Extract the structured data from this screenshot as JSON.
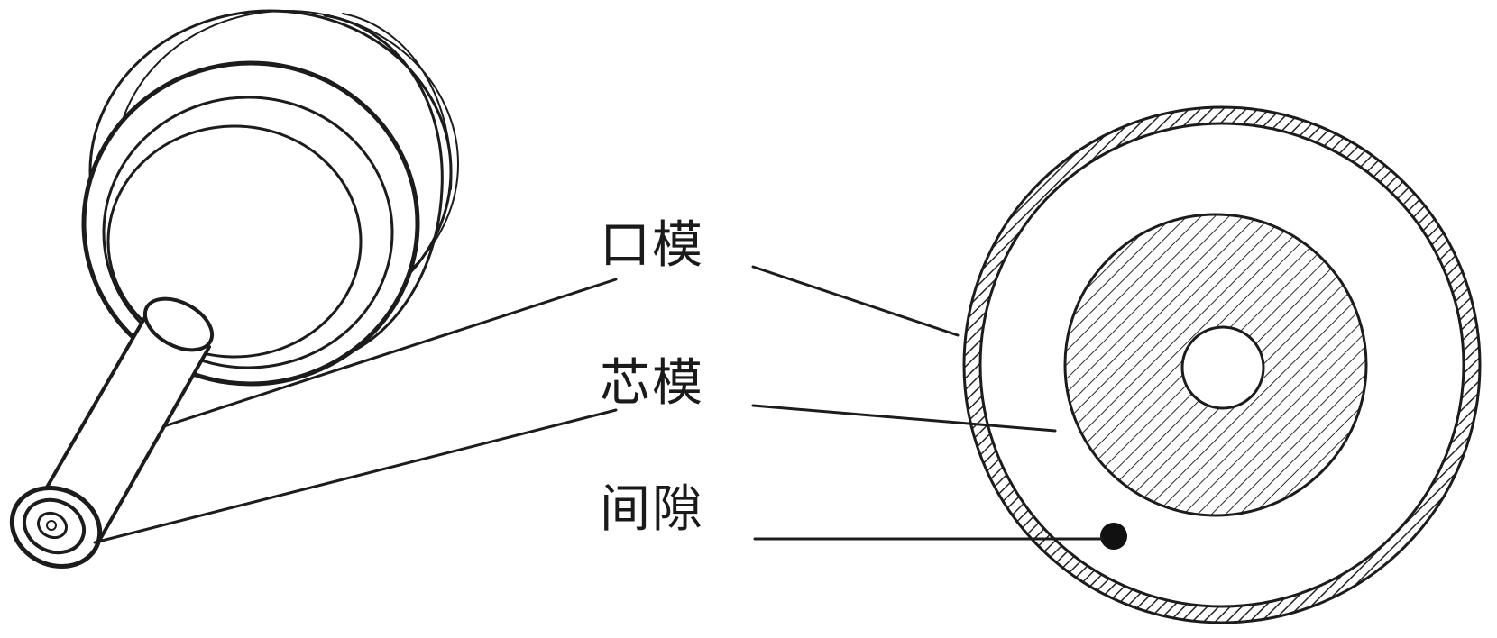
{
  "labels": {
    "die": "口模",
    "mandrel": "芯模",
    "gap": "间隙"
  }
}
